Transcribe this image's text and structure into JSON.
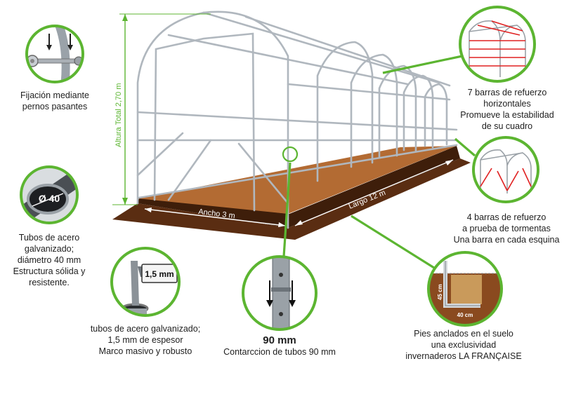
{
  "colors": {
    "accent_green": "#5cb531",
    "frame_steel": "#b8bec4",
    "soil": "#b36b33",
    "soil_dark": "#5a2d12",
    "reinforcement_red": "#e02020"
  },
  "dimensions": {
    "height_label": "Altura Total 2,70 m",
    "width_label": "Ancho 3 m",
    "length_label": "Largo 12 m"
  },
  "callouts": {
    "bolts": {
      "icon": "bolt-fixing-icon",
      "lines": [
        "Fijación mediante",
        "pernos pasantes"
      ]
    },
    "tube_diameter": {
      "icon": "tube-section-icon",
      "badge": "Ø 40",
      "lines": [
        "Tubos de acero",
        "galvanizado;",
        "diámetro 40 mm",
        "Estructura sólida y",
        "resistente."
      ]
    },
    "thickness": {
      "icon": "caliper-icon",
      "badge": "1,5 mm",
      "lines": [
        "tubos de acero galvanizado;",
        "1,5 mm de espesor",
        "Marco masivo y robusto"
      ]
    },
    "connector": {
      "icon": "tube-connector-icon",
      "title": "90 mm",
      "lines": [
        "Contarccion de tubos 90 mm"
      ]
    },
    "horizontal_bars": {
      "icon": "greenhouse-frame-icon",
      "lines": [
        "7 barras de refuerzo",
        "horizontales",
        "Promueve la estabilidad",
        "de su cuadro"
      ]
    },
    "storm_bars": {
      "icon": "greenhouse-frame-icon",
      "lines": [
        "4 barras de refuerzo",
        "a prueba de tormentas",
        "Una barra en cada esquina"
      ]
    },
    "anchors": {
      "icon": "ground-anchor-icon",
      "label_height": "45 cm",
      "label_width": "40 cm",
      "lines": [
        "Pies anclados en el suelo",
        "una exclusividad",
        "invernaderos LA FRANÇAISE"
      ]
    }
  }
}
